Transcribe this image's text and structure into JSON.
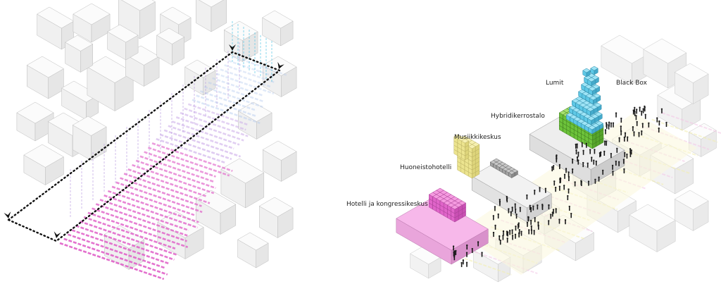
{
  "labels": {
    "lumit": "Lumit",
    "black_box": "Black Box",
    "hybrid": "Hybridikerrostalo",
    "music": "Musiikkikeskus",
    "apartment_hotel": "Huoneistohotelli",
    "hotel_congress": "Hotelli ja kongressikeskus"
  },
  "colors": {
    "magenta": "#e060c8",
    "blue": "#5ec8e6",
    "green": "#6cc23a",
    "yellow": "#efe79a",
    "gray": "#909090",
    "people": "#1a1a1a",
    "path": "#111111"
  }
}
